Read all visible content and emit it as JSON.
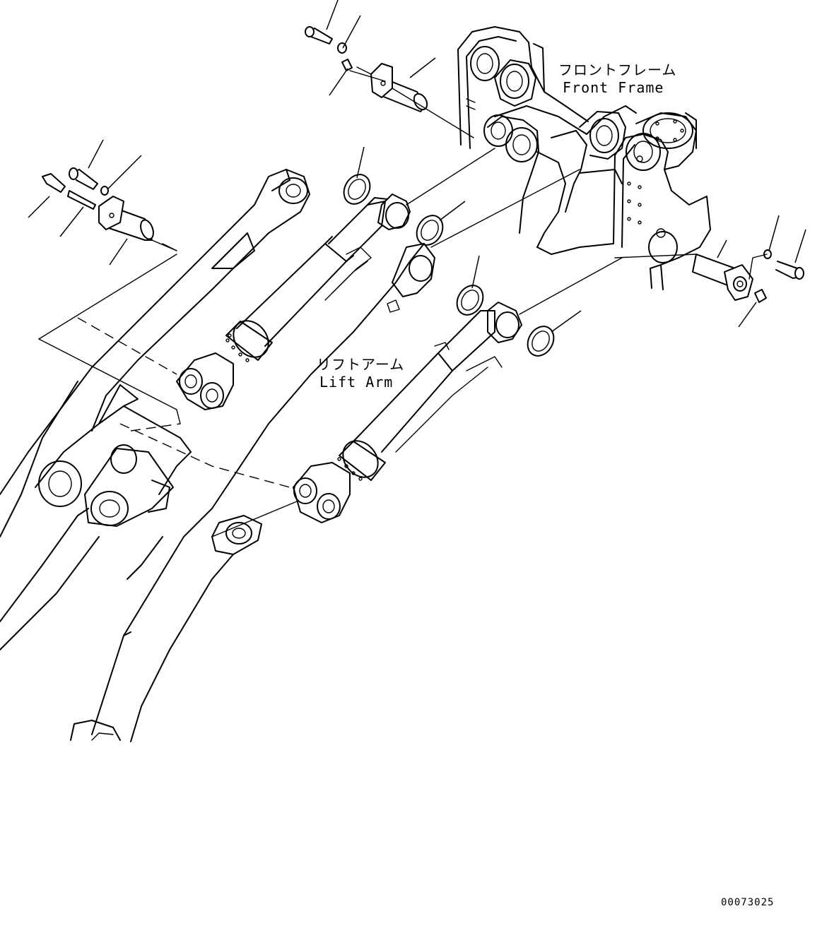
{
  "labels": {
    "front_frame_jp": "フロントフレーム",
    "front_frame_en": "Front Frame",
    "lift_arm_jp": "リフトアーム",
    "lift_arm_en": "Lift Arm",
    "drawing_number": "00073025"
  },
  "colors": {
    "line": "#000000",
    "background": "#ffffff"
  }
}
